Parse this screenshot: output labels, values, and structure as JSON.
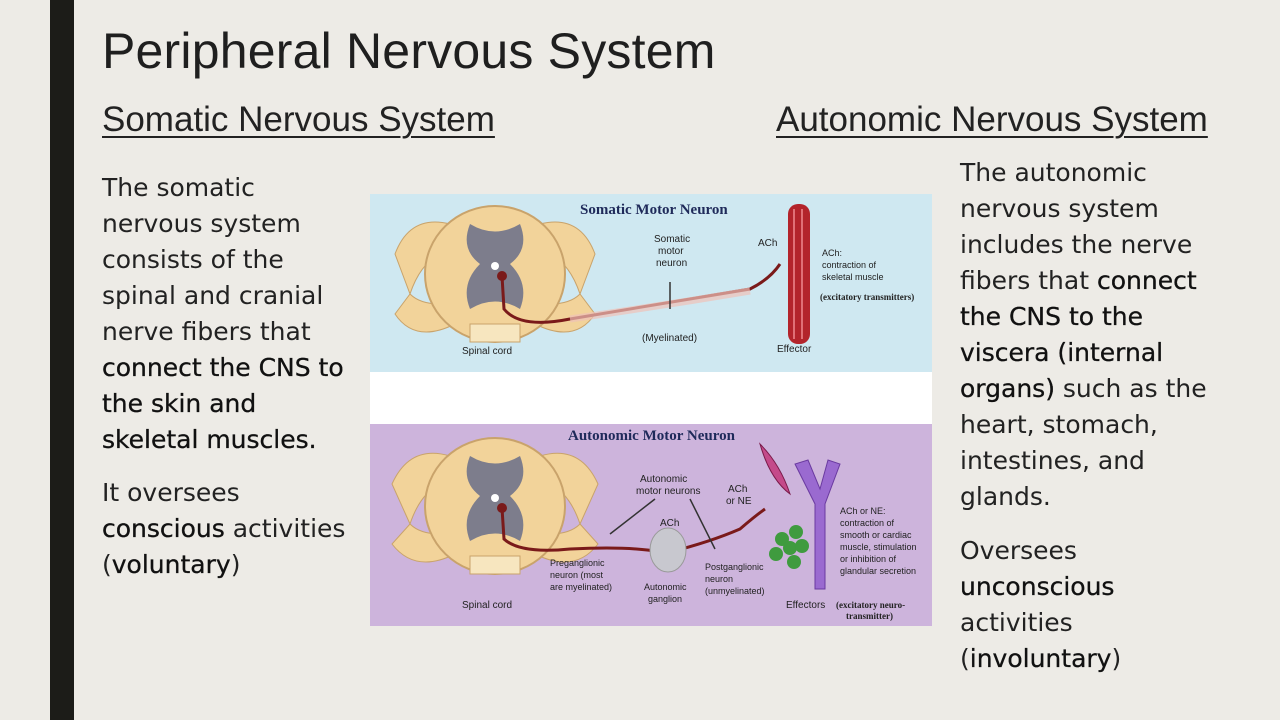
{
  "title": "Peripheral Nervous System",
  "somatic": {
    "heading": "Somatic Nervous System",
    "p1": [
      "The somatic nervous system consists of the spinal and cranial nerve fibers that ",
      "connect the CNS to the skin and skeletal muscles."
    ],
    "p2": [
      "It oversees ",
      "conscious",
      " activities (",
      "voluntary",
      ")"
    ]
  },
  "autonomic": {
    "heading": "Autonomic Nervous System",
    "p1": [
      "The autonomic nervous system includes the nerve fibers that ",
      "connect the CNS to the viscera (internal organs)",
      " such as the heart, stomach, intestines, and glands."
    ],
    "p2": [
      "Oversees ",
      "unconscious",
      " activities (",
      "involuntary",
      ")"
    ]
  },
  "figure": {
    "colors": {
      "top_bg": "#cfe8f1",
      "bottom_bg": "#cdb4dc",
      "gap_bg": "#ffffff",
      "cord_outer": "#f2d39a",
      "gray_matter": "#7d7d8c",
      "axon": "#7a1a1a",
      "muscle": "#b3242b",
      "cells": "#3f9b3f"
    },
    "somatic": {
      "title": "Somatic Motor Neuron",
      "neuron_label": [
        "Somatic",
        "motor",
        "neuron"
      ],
      "myelinated": "(Myelinated)",
      "spinal_cord": "Spinal cord",
      "ach": "ACh",
      "ach_effect": [
        "ACh:",
        "contraction of",
        "skeletal muscle"
      ],
      "excitatory": "(excitatory transmitters)",
      "effector": "Effector"
    },
    "autonomic": {
      "title": "Autonomic Motor Neuron",
      "neurons_label": [
        "Autonomic",
        "motor neurons"
      ],
      "ach_mid": "ACh",
      "ach_ne": [
        "ACh",
        "or NE"
      ],
      "preganglionic": [
        "Preganglionic",
        "neuron (most",
        "are myelinated)"
      ],
      "ganglion": [
        "Autonomic",
        "ganglion"
      ],
      "postganglionic": [
        "Postganglionic",
        "neuron",
        "(unmyelinated)"
      ],
      "spinal_cord": "Spinal cord",
      "effectors": "Effectors",
      "effect": [
        "ACh or NE:",
        "contraction of",
        "smooth or cardiac",
        "muscle, stimulation",
        "or inhibition of",
        "glandular secretion"
      ],
      "excitatory": [
        "(excitatory neuro-",
        "transmitter)"
      ]
    }
  }
}
